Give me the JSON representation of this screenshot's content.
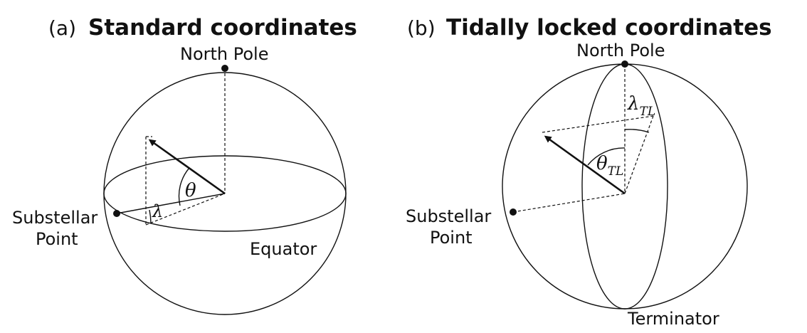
{
  "panel_a": {
    "letter": "(a)",
    "title": "Standard coordinates",
    "north_pole": "North Pole",
    "substellar_line1": "Substellar",
    "substellar_line2": "Point",
    "equator": "Equator",
    "theta": "θ",
    "lambda": "λ"
  },
  "panel_b": {
    "letter": "(b)",
    "title": "Tidally locked coordinates",
    "north_pole": "North Pole",
    "substellar_line1": "Substellar",
    "substellar_line2": "Point",
    "terminator": "Terminator",
    "lambda_tl": "λ",
    "lambda_tl_sub": "TL",
    "theta_tl": "θ",
    "theta_tl_sub": "TL"
  }
}
